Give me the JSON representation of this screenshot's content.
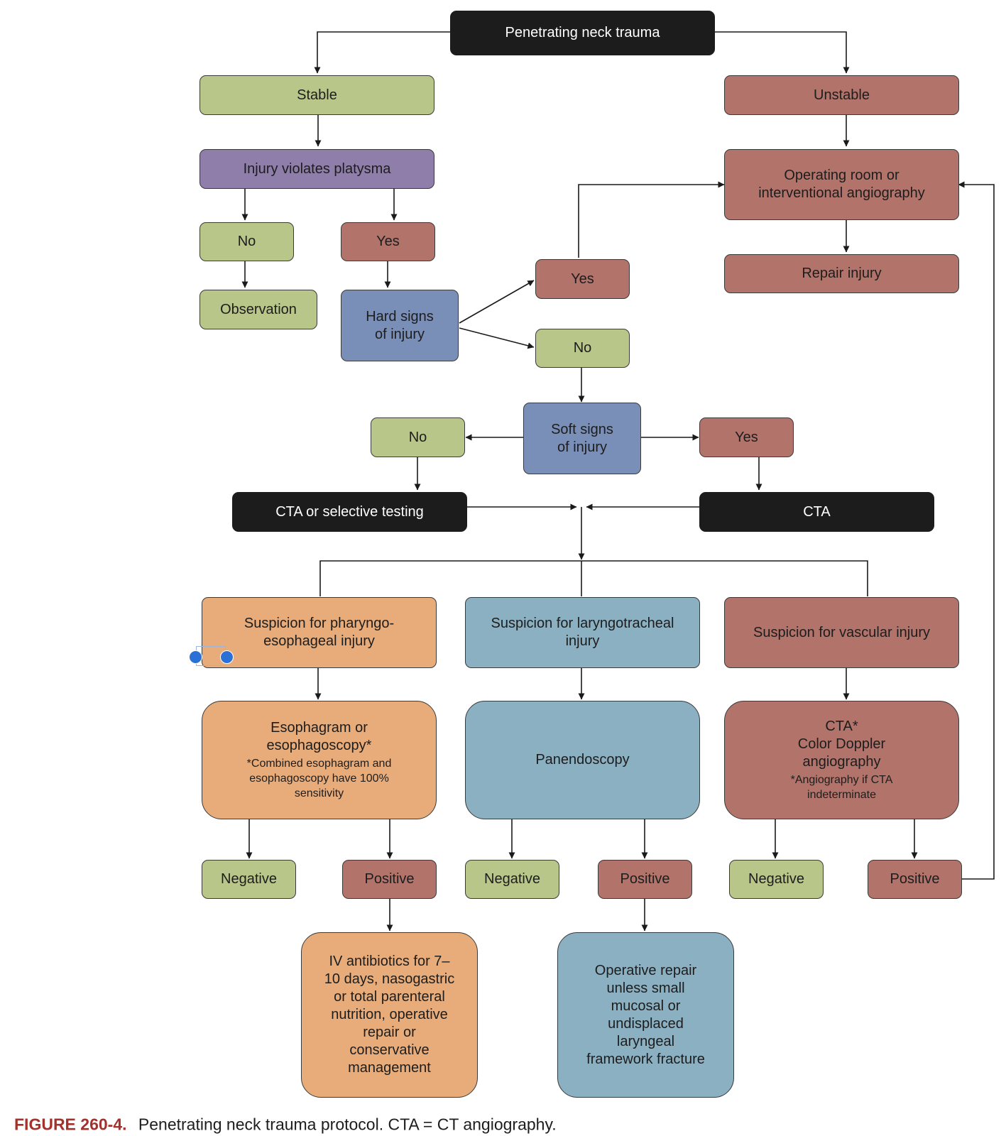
{
  "nodes": {
    "penetrating_neck_trauma": "Penetrating neck trauma",
    "stable": "Stable",
    "unstable": "Unstable",
    "injury_violates_platysma": "Injury violates platysma",
    "platysma_no": "No",
    "platysma_yes": "Yes",
    "observation": "Observation",
    "hard_signs": [
      "Hard signs",
      "of injury"
    ],
    "hard_signs_yes": "Yes",
    "hard_signs_no": "No",
    "operating_room": [
      "Operating room or",
      "interventional angiography"
    ],
    "repair_injury": "Repair injury",
    "soft_signs": [
      "Soft signs",
      "of injury"
    ],
    "soft_signs_no": "No",
    "soft_signs_yes": "Yes",
    "cta_or_selective_testing": "CTA or selective testing",
    "cta": "CTA",
    "suspicion_pharyngoesophageal": [
      "Suspicion for pharyngo-",
      "esophageal injury"
    ],
    "suspicion_laryngotracheal": [
      "Suspicion for laryngotracheal",
      "injury"
    ],
    "suspicion_vascular": "Suspicion for vascular injury",
    "esophagram": {
      "lines": [
        "Esophagram or",
        "esophagoscopy*"
      ],
      "note": [
        "*Combined esophagram and",
        "esophagoscopy have 100%",
        "sensitivity"
      ]
    },
    "panendoscopy": "Panendoscopy",
    "vascular_tests": {
      "lines": [
        "CTA*",
        "Color Doppler",
        "angiography"
      ],
      "note": [
        "*Angiography if CTA",
        "indeterminate"
      ]
    },
    "pe_negative": "Negative",
    "pe_positive": "Positive",
    "lt_negative": "Negative",
    "lt_positive": "Positive",
    "vasc_negative": "Negative",
    "vasc_positive": "Positive",
    "pe_management": [
      "IV antibiotics for 7–",
      "10 days, nasogastric",
      "or total parenteral",
      "nutrition, operative",
      "repair or",
      "conservative",
      "management"
    ],
    "lt_management": [
      "Operative repair",
      "unless small",
      "mucosal or",
      "undisplaced",
      "laryngeal",
      "framework fracture"
    ]
  },
  "caption": {
    "label": "FIGURE 260-4.",
    "text": "Penetrating neck trauma protocol. CTA = CT angiography."
  }
}
